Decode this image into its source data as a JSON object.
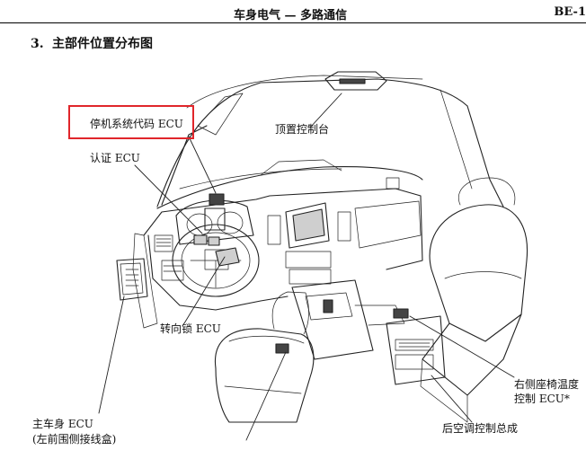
{
  "header": {
    "title": "车身电气 — 多路通信",
    "page_code": "BE-1"
  },
  "section": {
    "number": "3.",
    "title": "主部件位置分布图"
  },
  "callouts": [
    {
      "text": "停机系统代码 ECU"
    },
    {
      "text": "认证 ECU"
    },
    {
      "text": "顶置控制台"
    },
    {
      "text": "转向锁 ECU"
    },
    {
      "text": "主车身 ECU"
    },
    {
      "text": "(左前围侧接线盒)"
    },
    {
      "text": "右侧座椅温度"
    },
    {
      "text": "控制 ECU*"
    },
    {
      "text": "后空调控制总成"
    }
  ],
  "highlight_color": "#e0262b"
}
